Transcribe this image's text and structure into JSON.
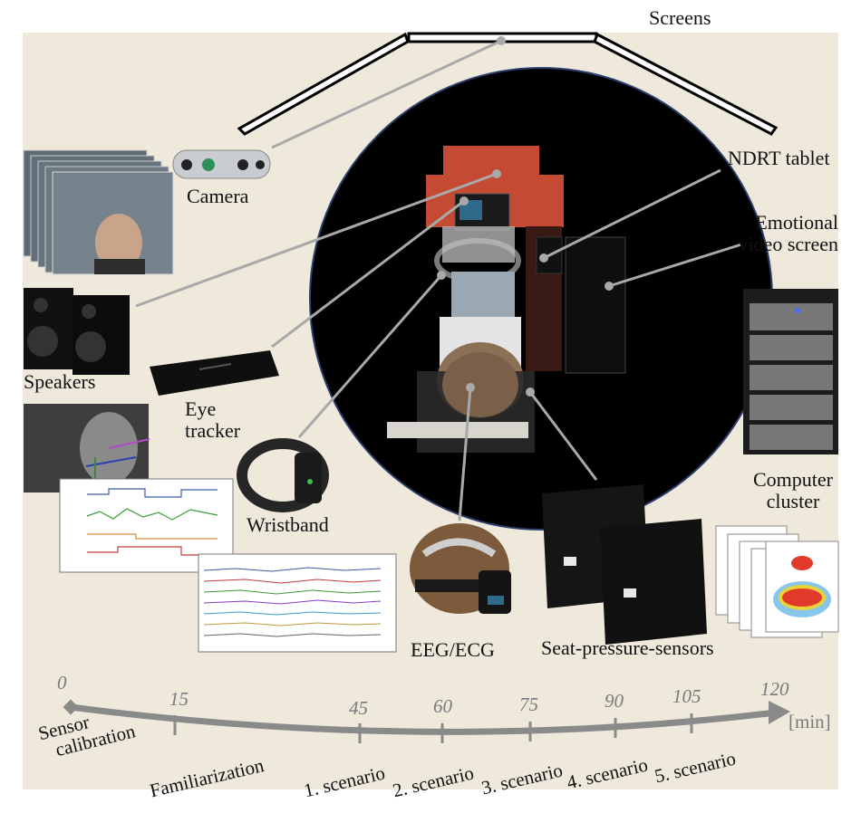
{
  "labels": {
    "screens": "Screens",
    "camera": "Camera",
    "ndrt_tablet": "NDRT tablet",
    "emotional_video_screen": [
      "Emotional",
      "video screen"
    ],
    "speakers": "Speakers",
    "eye_tracker": [
      "Eye",
      "tracker"
    ],
    "wristband": "Wristband",
    "computer_cluster": [
      "Computer",
      "cluster"
    ],
    "eeg_ecg": "EEG/ECG",
    "seat_pressure_sensors": "Seat-pressure-sensors"
  },
  "timeline": {
    "unit": "[min]",
    "ticks": [
      "0",
      "15",
      "45",
      "60",
      "75",
      "90",
      "105",
      "120"
    ],
    "phases": [
      [
        "Sensor",
        "calibration"
      ],
      [
        "Familiarization"
      ],
      [
        "1. scenario"
      ],
      [
        "2. scenario"
      ],
      [
        "3. scenario"
      ],
      [
        "4. scenario"
      ],
      [
        "5. scenario"
      ]
    ]
  },
  "colors": {
    "background": "#efe9dc",
    "connector": "#a9a9a9",
    "timeline": "#8a8a8a",
    "driver_circle": "#000000",
    "seat_frame": "#b84a35"
  }
}
